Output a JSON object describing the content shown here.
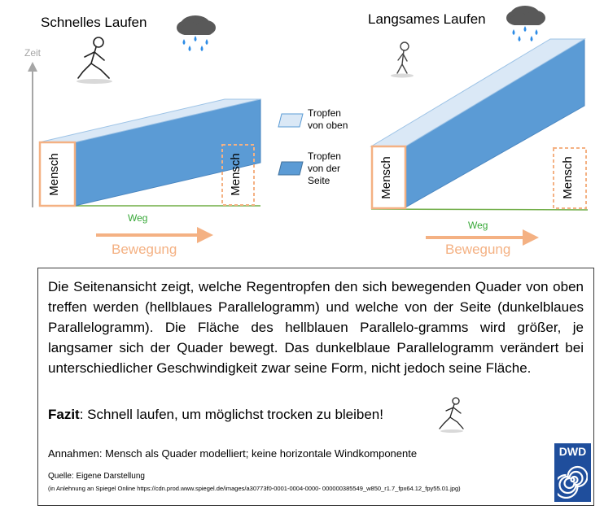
{
  "left_panel": {
    "title": "Schnelles Laufen",
    "ylabel": "Zeit",
    "box_label": "Mensch",
    "box_label_2": "Mensch",
    "xlabel": "Weg",
    "movement": "Bewegung"
  },
  "right_panel": {
    "title": "Langsames Laufen",
    "box_label": "Mensch",
    "box_label_2": "Mensch",
    "xlabel": "Weg",
    "movement": "Bewegung"
  },
  "legend": {
    "top": {
      "lines": [
        "Tropfen",
        "von oben"
      ],
      "color": "#dae8f6"
    },
    "side": {
      "lines": [
        "Tropfen",
        "von der",
        "Seite"
      ],
      "color": "#5b9bd5"
    }
  },
  "text": {
    "paragraph": "Die Seitenansicht zeigt, welche Regentropfen den sich bewegenden Quader von oben treffen werden (hellblaues Parallelogramm) und welche von der Seite (dunkelblaues Parallelogramm). Die Fläche des hellblauen Parallelo-gramms wird größer, je langsamer sich der Quader bewegt. Das dunkelblaue Parallelogramm verändert bei unterschiedlicher Geschwindigkeit zwar seine Form, nicht jedoch seine Fläche.",
    "fazit_label": "Fazit",
    "fazit_text": ": Schnell laufen, um möglichst trocken zu bleiben!",
    "assumptions": "Annahmen: Mensch als Quader modelliert; keine horizontale Windkomponente",
    "source": "Quelle: Eigene Darstellung",
    "source_detail": "(in Anlehnung an Spiegel Online https://cdn.prod.www.spiegel.de/images/a30773f0-0001-0004-0000- 000000385549_w850_r1.7_fpx64.12_fpy55.01.jpg)"
  },
  "logo": {
    "text": "DWD",
    "color": "#1f4e9c"
  },
  "colors": {
    "light_blue": "#dae8f6",
    "dark_blue": "#5b9bd5",
    "box_border": "#f4b183",
    "weg_line": "#70ad47",
    "axis": "#a6a6a6"
  }
}
